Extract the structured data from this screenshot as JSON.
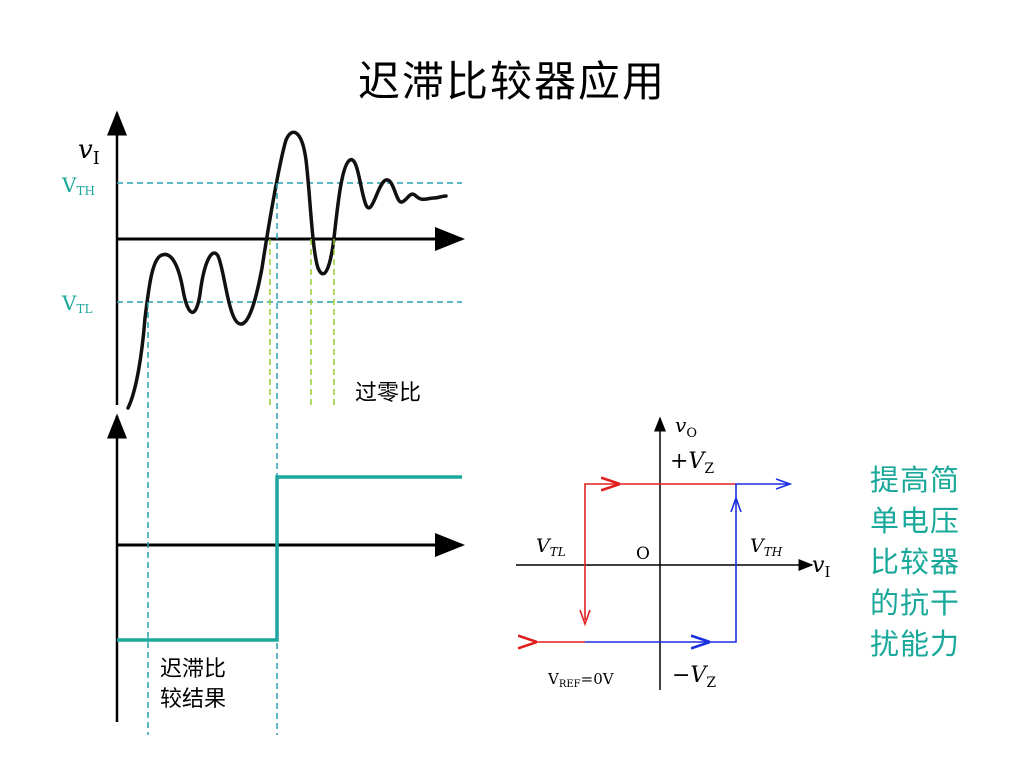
{
  "title": "迟滞比较器应用",
  "waveform": {
    "y_label": "v",
    "y_label_sub": "I",
    "vth_label": "V",
    "vth_sub": "TH",
    "vtl_label": "V",
    "vtl_sub": "TL",
    "zero_crossing_label": "过零比",
    "hysteresis_label_line1": "迟滞比",
    "hysteresis_label_line2": "较结果"
  },
  "transfer": {
    "y_label": "v",
    "y_label_sub": "O",
    "pos_vz": "+V",
    "pos_vz_sub": "Z",
    "neg_vz": "−V",
    "neg_vz_sub": "Z",
    "vtl_label": "V",
    "vtl_sub": "TL",
    "vth_label": "V",
    "vth_sub": "TH",
    "origin": "O",
    "x_label": "v",
    "x_label_sub": "I",
    "vref": "V",
    "vref_sub": "REF",
    "vref_value": "=0V"
  },
  "side_note": [
    "提高简",
    "单电压",
    "比较器",
    "的抗干",
    "扰能力"
  ],
  "colors": {
    "teal": "#1aa89a",
    "dashed_teal": "#2a9fb0",
    "yellow_green": "#9acd32",
    "red": "#e02020",
    "blue": "#1a2fe0"
  }
}
